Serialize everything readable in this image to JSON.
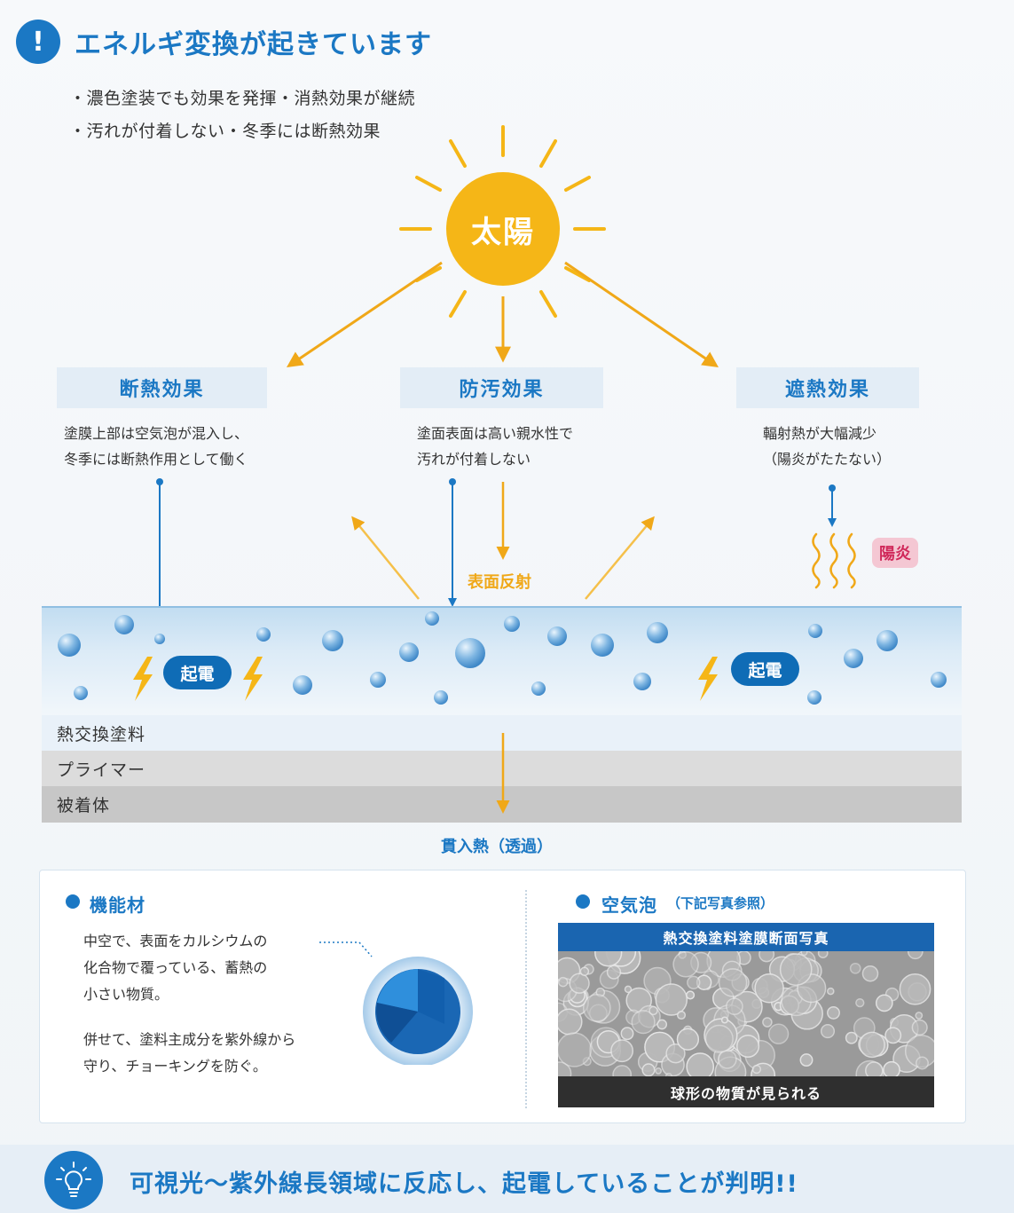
{
  "header": {
    "alert_glyph": "!",
    "title": "エネルギ変換が起きています",
    "bullets": [
      "・濃色塗装でも効果を発揮・消熱効果が継続",
      "・汚れが付着しない・冬季には断熱効果"
    ]
  },
  "sun": {
    "label": "太陽"
  },
  "effects": [
    {
      "title": "断熱効果",
      "desc1": "塗膜上部は空気泡が混入し、",
      "desc2": "冬季には断熱作用として働く"
    },
    {
      "title": "防汚効果",
      "desc1": "塗面表面は高い親水性で",
      "desc2": "汚れが付着しない"
    },
    {
      "title": "遮熱効果",
      "desc1": "輻射熱が大幅減少",
      "desc2": "（陽炎がたたない）"
    }
  ],
  "labels": {
    "kagero": "陽炎",
    "surface_reflection": "表面反射",
    "kiden": "起電",
    "penetration": "貫入熱（透過）"
  },
  "layers": [
    "熱交換塗料",
    "プライマー",
    "被着体"
  ],
  "panel": {
    "left": {
      "heading": "機能材",
      "para1": [
        "中空で、表面をカルシウムの",
        "化合物で覆っている、蓄熱の",
        "小さい物質。"
      ],
      "para2": [
        "併せて、塗料主成分を紫外線から",
        "守り、チョーキングを防ぐ。"
      ]
    },
    "right": {
      "heading": "空気泡",
      "sub": "（下記写真参照）",
      "photo_title": "熱交換塗料塗膜断面写真",
      "photo_caption": "球形の物質が見られる"
    }
  },
  "footer": {
    "text": "可視光〜紫外線長領域に反応し、起電していることが判明!!"
  },
  "colors": {
    "blue": "#1b78c4",
    "orange": "#f0a818",
    "sun": "#f5b617",
    "pink": "#f4c7d3"
  }
}
